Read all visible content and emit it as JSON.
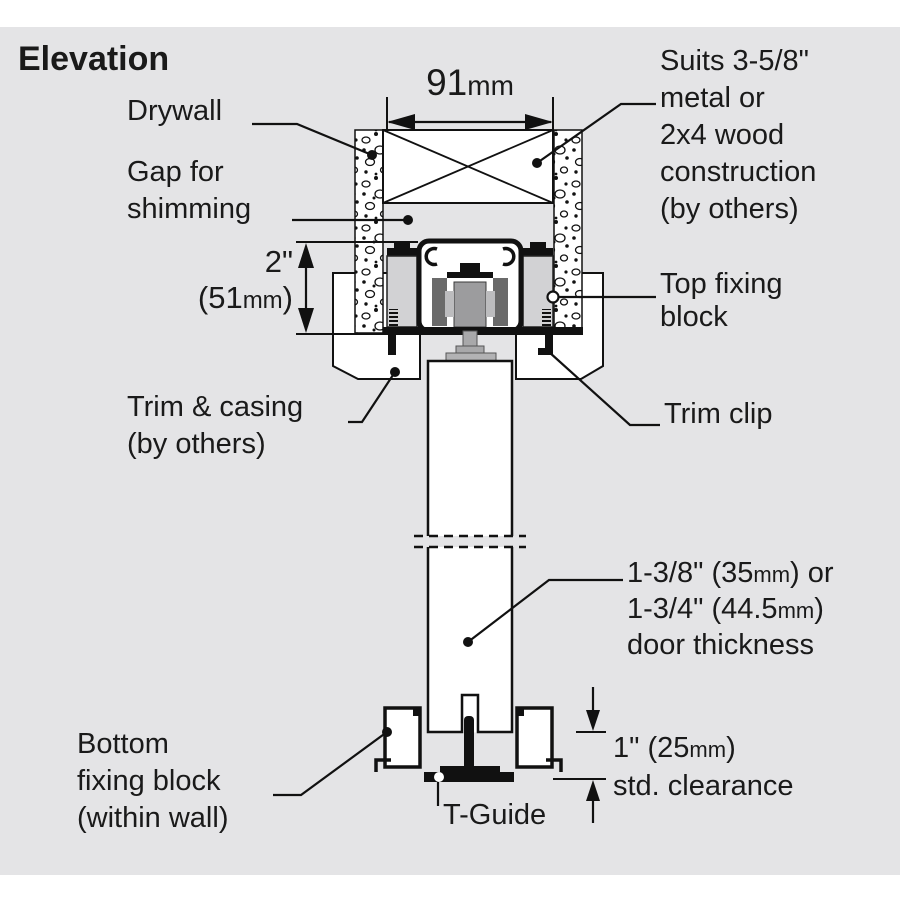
{
  "title": "Elevation",
  "colors": {
    "background": "#e4e4e6",
    "line": "#111111",
    "roller_dark": "#6a6a6a",
    "roller_mid": "#9c9c9e",
    "roller_light": "#bcbcbe",
    "fixing_plate": "#d2d2d4",
    "hanger": "#a8a8aa"
  },
  "labels": {
    "drywall": "Drywall",
    "gap_for_shimming": [
      "Gap for",
      "shimming"
    ],
    "construction": [
      "Suits 3-5/8\"",
      "metal or",
      "2x4 wood",
      "construction",
      "(by others)"
    ],
    "top_fixing_block": [
      "Top fixing",
      "block"
    ],
    "trim_clip": "Trim clip",
    "trim_and_casing": [
      "Trim & casing",
      "(by others)"
    ],
    "door_thickness": {
      "line1": {
        "pre": "1-3/8\" (35",
        "unit": "mm",
        "post": ") or"
      },
      "line2": {
        "pre": "1-3/4\" (44.5",
        "unit": "mm",
        "post": ")"
      },
      "line3": "door thickness"
    },
    "bottom_fixing_block": [
      "Bottom",
      "fixing block",
      "(within wall)"
    ],
    "t_guide": "T-Guide",
    "clearance": {
      "line1": {
        "pre": "1\" (25",
        "unit": "mm",
        "post": ")"
      },
      "line2": "std. clearance"
    }
  },
  "dimensions": {
    "opening_width": {
      "value": "91",
      "unit": "mm"
    },
    "header_height": {
      "value": "2\"",
      "metric_pre": "(51",
      "metric_unit": "mm",
      "metric_post": ")"
    }
  }
}
